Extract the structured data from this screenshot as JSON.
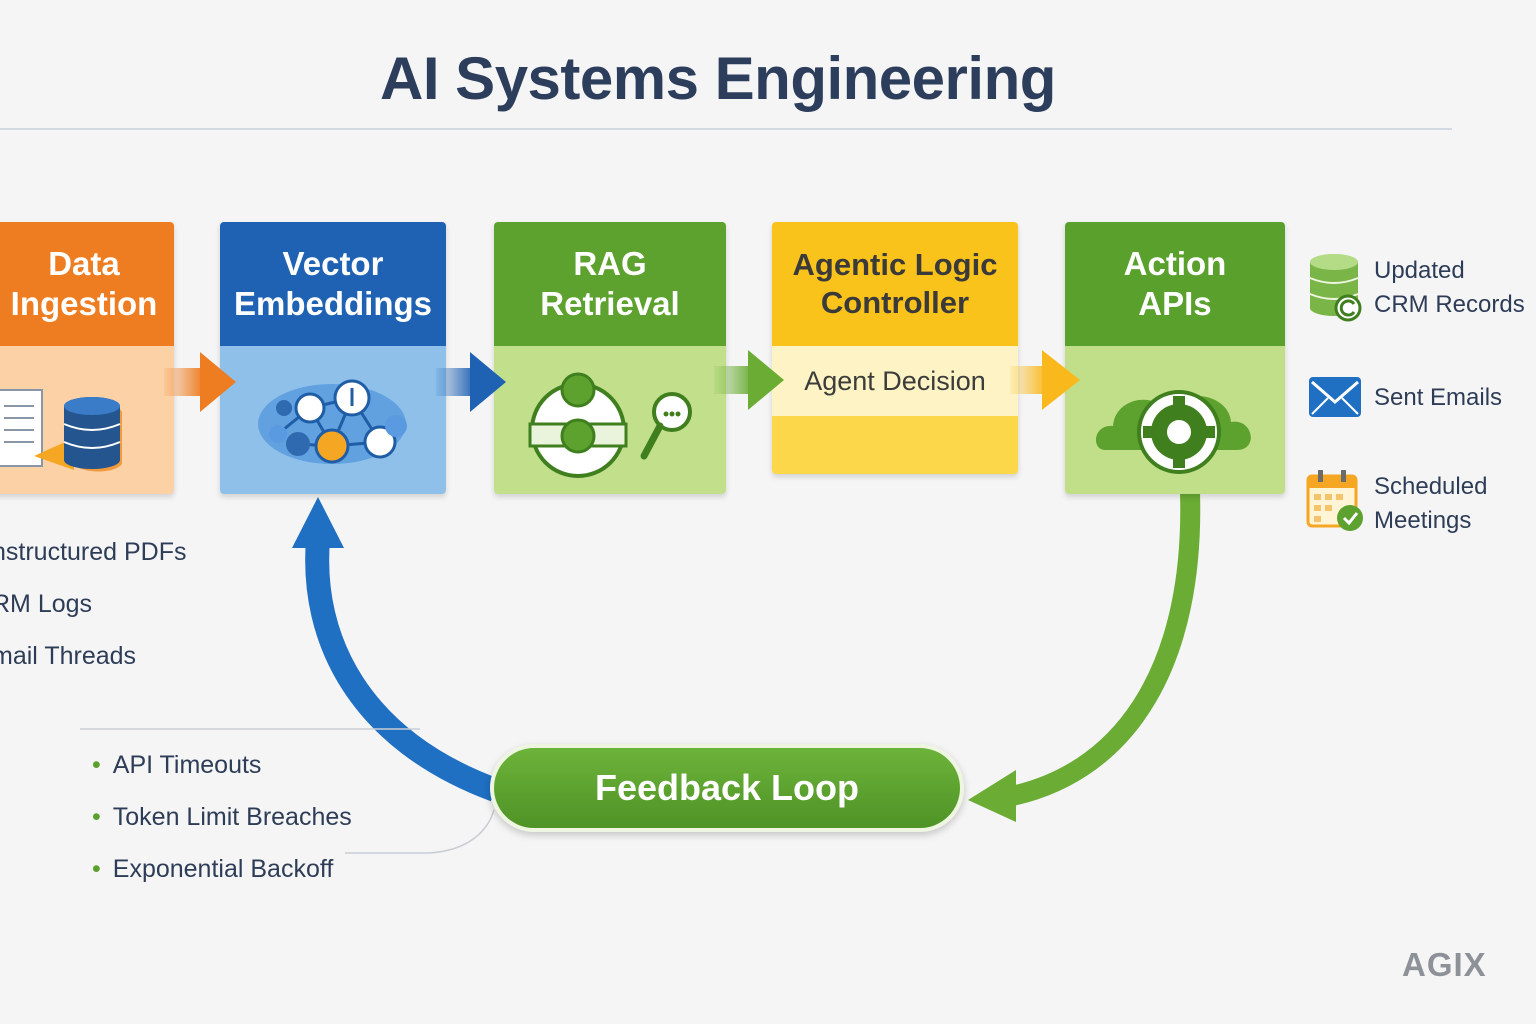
{
  "title": "AI Systems Engineering",
  "stages": {
    "ingestion": {
      "line1": "Data",
      "line2": "Ingestion"
    },
    "vector": {
      "line1": "Vector",
      "line2": "Embeddings"
    },
    "rag": {
      "line1": "RAG",
      "line2": "Retrieval"
    },
    "agent": {
      "line1": "Agentic Logic",
      "line2": "Controller",
      "decision": "Agent Decision"
    },
    "action": {
      "line1": "Action",
      "line2": "APIs"
    }
  },
  "sources": [
    "nstructured PDFs",
    "RM Logs",
    "mail Threads"
  ],
  "outputs": [
    {
      "line1": "Updated",
      "line2": "CRM Records",
      "icon": "database-icon"
    },
    {
      "line1": "Sent Emails",
      "line2": "",
      "icon": "envelope-icon"
    },
    {
      "line1": "Scheduled",
      "line2": "Meetings",
      "icon": "calendar-check-icon"
    }
  ],
  "bullets": [
    "API Timeouts",
    "Token Limit Breaches",
    "Exponential Backoff"
  ],
  "feedback_label": "Feedback Loop",
  "brand": "AGIX",
  "colors": {
    "orange": "#ee7d22",
    "blue": "#1f62b3",
    "green": "#5da12e",
    "yellow": "#f9c31c",
    "title": "#2c3e5c"
  }
}
